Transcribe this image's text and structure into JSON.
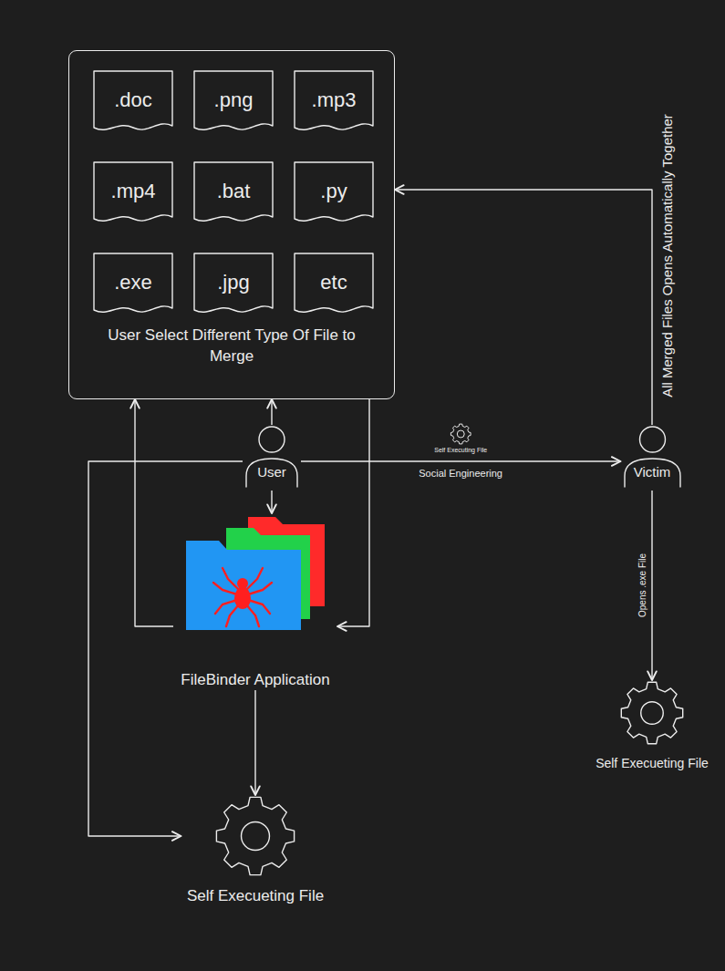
{
  "diagram": {
    "nodes": [
      {
        "text": [
          "User Select Different Type Of File to Merge"
        ]
      },
      {
        "text": [
          ".doc"
        ],
        "in": 0
      },
      {
        "text": [
          ".png"
        ],
        "in": 0
      },
      {
        "text": [
          ".mp3"
        ],
        "in": 0
      },
      {
        "text": [
          ".mp4"
        ],
        "in": 0
      },
      {
        "text": [
          ".bat"
        ],
        "in": 0
      },
      {
        "text": [
          ".py"
        ],
        "in": 0
      },
      {
        "text": [
          ".exe"
        ],
        "in": 0
      },
      {
        "text": [
          ".jpg"
        ],
        "in": 0
      },
      {
        "text": [
          "etc"
        ],
        "in": 0
      },
      {
        "text": [
          "User"
        ]
      },
      {
        "text": [
          "Victim"
        ]
      },
      {
        "text": [
          "FileBinder Application"
        ]
      },
      {
        "text": [
          "Self Execueting File"
        ]
      },
      {
        "text": [
          "Self Execueting File"
        ]
      }
    ],
    "edges": [
      {
        "from": 10,
        "to": 0,
        "arrow": "to"
      },
      {
        "from": 10,
        "to": 12,
        "arrow": "to"
      },
      {
        "from": 12,
        "to": 0,
        "arrow": "to"
      },
      {
        "from": 0,
        "to": 12,
        "arrow": "to"
      },
      {
        "from": 12,
        "to": 13,
        "arrow": "to"
      },
      {
        "from": 10,
        "to": 13,
        "arrow": "to"
      },
      {
        "from": 10,
        "to": 11,
        "label": "Social Engineering",
        "arrow": "to"
      },
      {
        "from": 11,
        "to": 0,
        "label": "All Merged Files Opens Automatically Together",
        "arrow": "to"
      },
      {
        "from": 11,
        "to": 14,
        "label": "Opens .exe File",
        "arrow": "to"
      }
    ],
    "labels": [
      "Self Executing File"
    ]
  }
}
